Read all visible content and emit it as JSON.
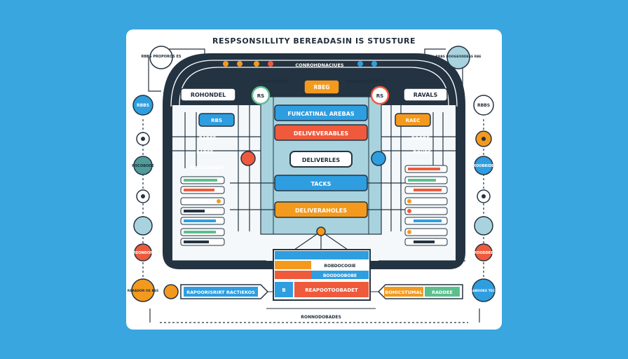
{
  "title": "RESPSONSILLITY BEREADASIN IS STUSTURE",
  "top_label": "CONROHDNACIUES",
  "bottom_label": "RONNODOBADES",
  "nodes": {
    "left_roundel": "ROHONDEL",
    "right_ravals": "RAVALS",
    "left_rbs": "RBS",
    "right_raec": "RAEC",
    "center_rbeg": "RBEG",
    "circle_rs_left": "RS",
    "circle_rs_right": "RS",
    "left_small_label": "BRAGVEEBES",
    "right_small_label": "RABOUCEEENTS",
    "functional_areas": "FUNCATINAL AREBAS",
    "deliverables_1": "DELIVEVERABLES",
    "deliverables_2": "DELIVERLES",
    "tasks": "TACKS",
    "deliverables_3": "DELIVERAHOLES",
    "left_radee_1": "RADEE",
    "left_radee_2": "RADEE",
    "right_roode": "ROODE",
    "right_doube": "DOUBE",
    "left_list_title": "ROOLDHDBES",
    "bottom_left_bar": "RAPOORISRIRT RACTIEKOS",
    "bottom_right_bar_1": "BOHICSTUMAL",
    "bottom_right_bar_2": "RADDEE",
    "table_row_1": "ROBDOCOOIE",
    "table_row_2": "BOODOOBOBE",
    "table_cell_b": "B",
    "table_red": "REAPOOTOOBADET"
  },
  "outer_left": {
    "top_circle": "RBBS PROPOROS ES",
    "rbbs": "RBBS",
    "mid": "ROCOBODE",
    "lower": "REONDOR",
    "bottom": "RERADOR OS BSS"
  },
  "outer_right": {
    "top_circle": "RRBS BOOGEODDESS RBE",
    "rbbs": "RBBS",
    "mid": "ROOBRIDE",
    "lower": "ROODDEE",
    "bottom": "RABOOES TECE"
  },
  "colors": {
    "background": "#3aa6df",
    "dark": "#243341",
    "blue": "#2e9ee0",
    "orange": "#f39a1e",
    "red": "#ef5a3c",
    "green": "#5bbf8c",
    "teal": "#4f9c9a",
    "lightblue": "#a8d3de"
  }
}
